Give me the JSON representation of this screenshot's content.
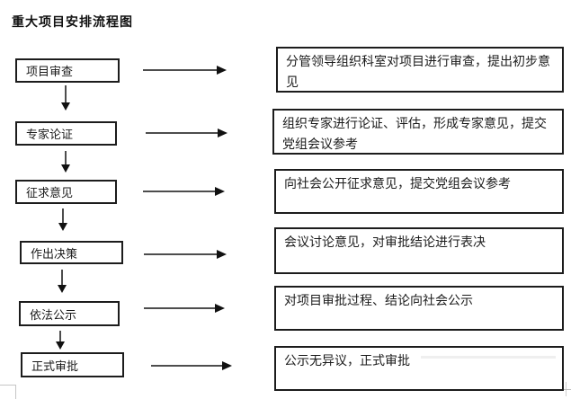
{
  "title": "重大项目安排流程图",
  "steps": [
    {
      "label": "项目审查",
      "desc": "分管领导组织科室对项目进行审查，提出初步意见"
    },
    {
      "label": "专家论证",
      "desc": "组织专家进行论证、评估，形成专家意见，提交党组会议参考"
    },
    {
      "label": "征求意见",
      "desc": "向社会公开征求意见，提交党组会议参考"
    },
    {
      "label": "作出决策",
      "desc": "会议讨论意见，对审批结论进行表决"
    },
    {
      "label": "依法公示",
      "desc": "对项目审批过程、结论向社会公示"
    },
    {
      "label": "正式审批",
      "desc": "公示无异议，正式审批"
    }
  ],
  "colors": {
    "background": "#ffffff",
    "box_border": "#1c1c1c",
    "text": "#1a1a1a",
    "arrow_shaft": "#4d4d4d",
    "arrow_head": "#111111"
  }
}
